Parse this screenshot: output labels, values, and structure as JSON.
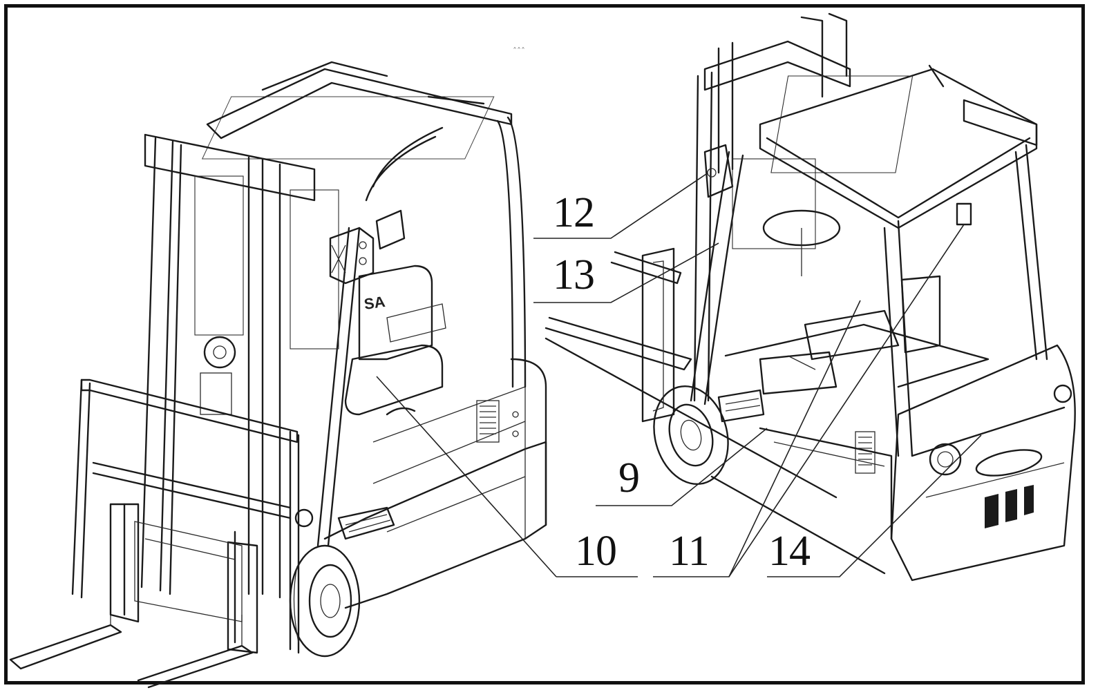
{
  "diagram": {
    "callouts": [
      {
        "id": "c12",
        "label": "12"
      },
      {
        "id": "c13",
        "label": "13"
      },
      {
        "id": "c9",
        "label": "9"
      },
      {
        "id": "c10",
        "label": "10"
      },
      {
        "id": "c11",
        "label": "11"
      },
      {
        "id": "c14",
        "label": "14"
      }
    ],
    "top_mark": "ˆˆˆ"
  }
}
